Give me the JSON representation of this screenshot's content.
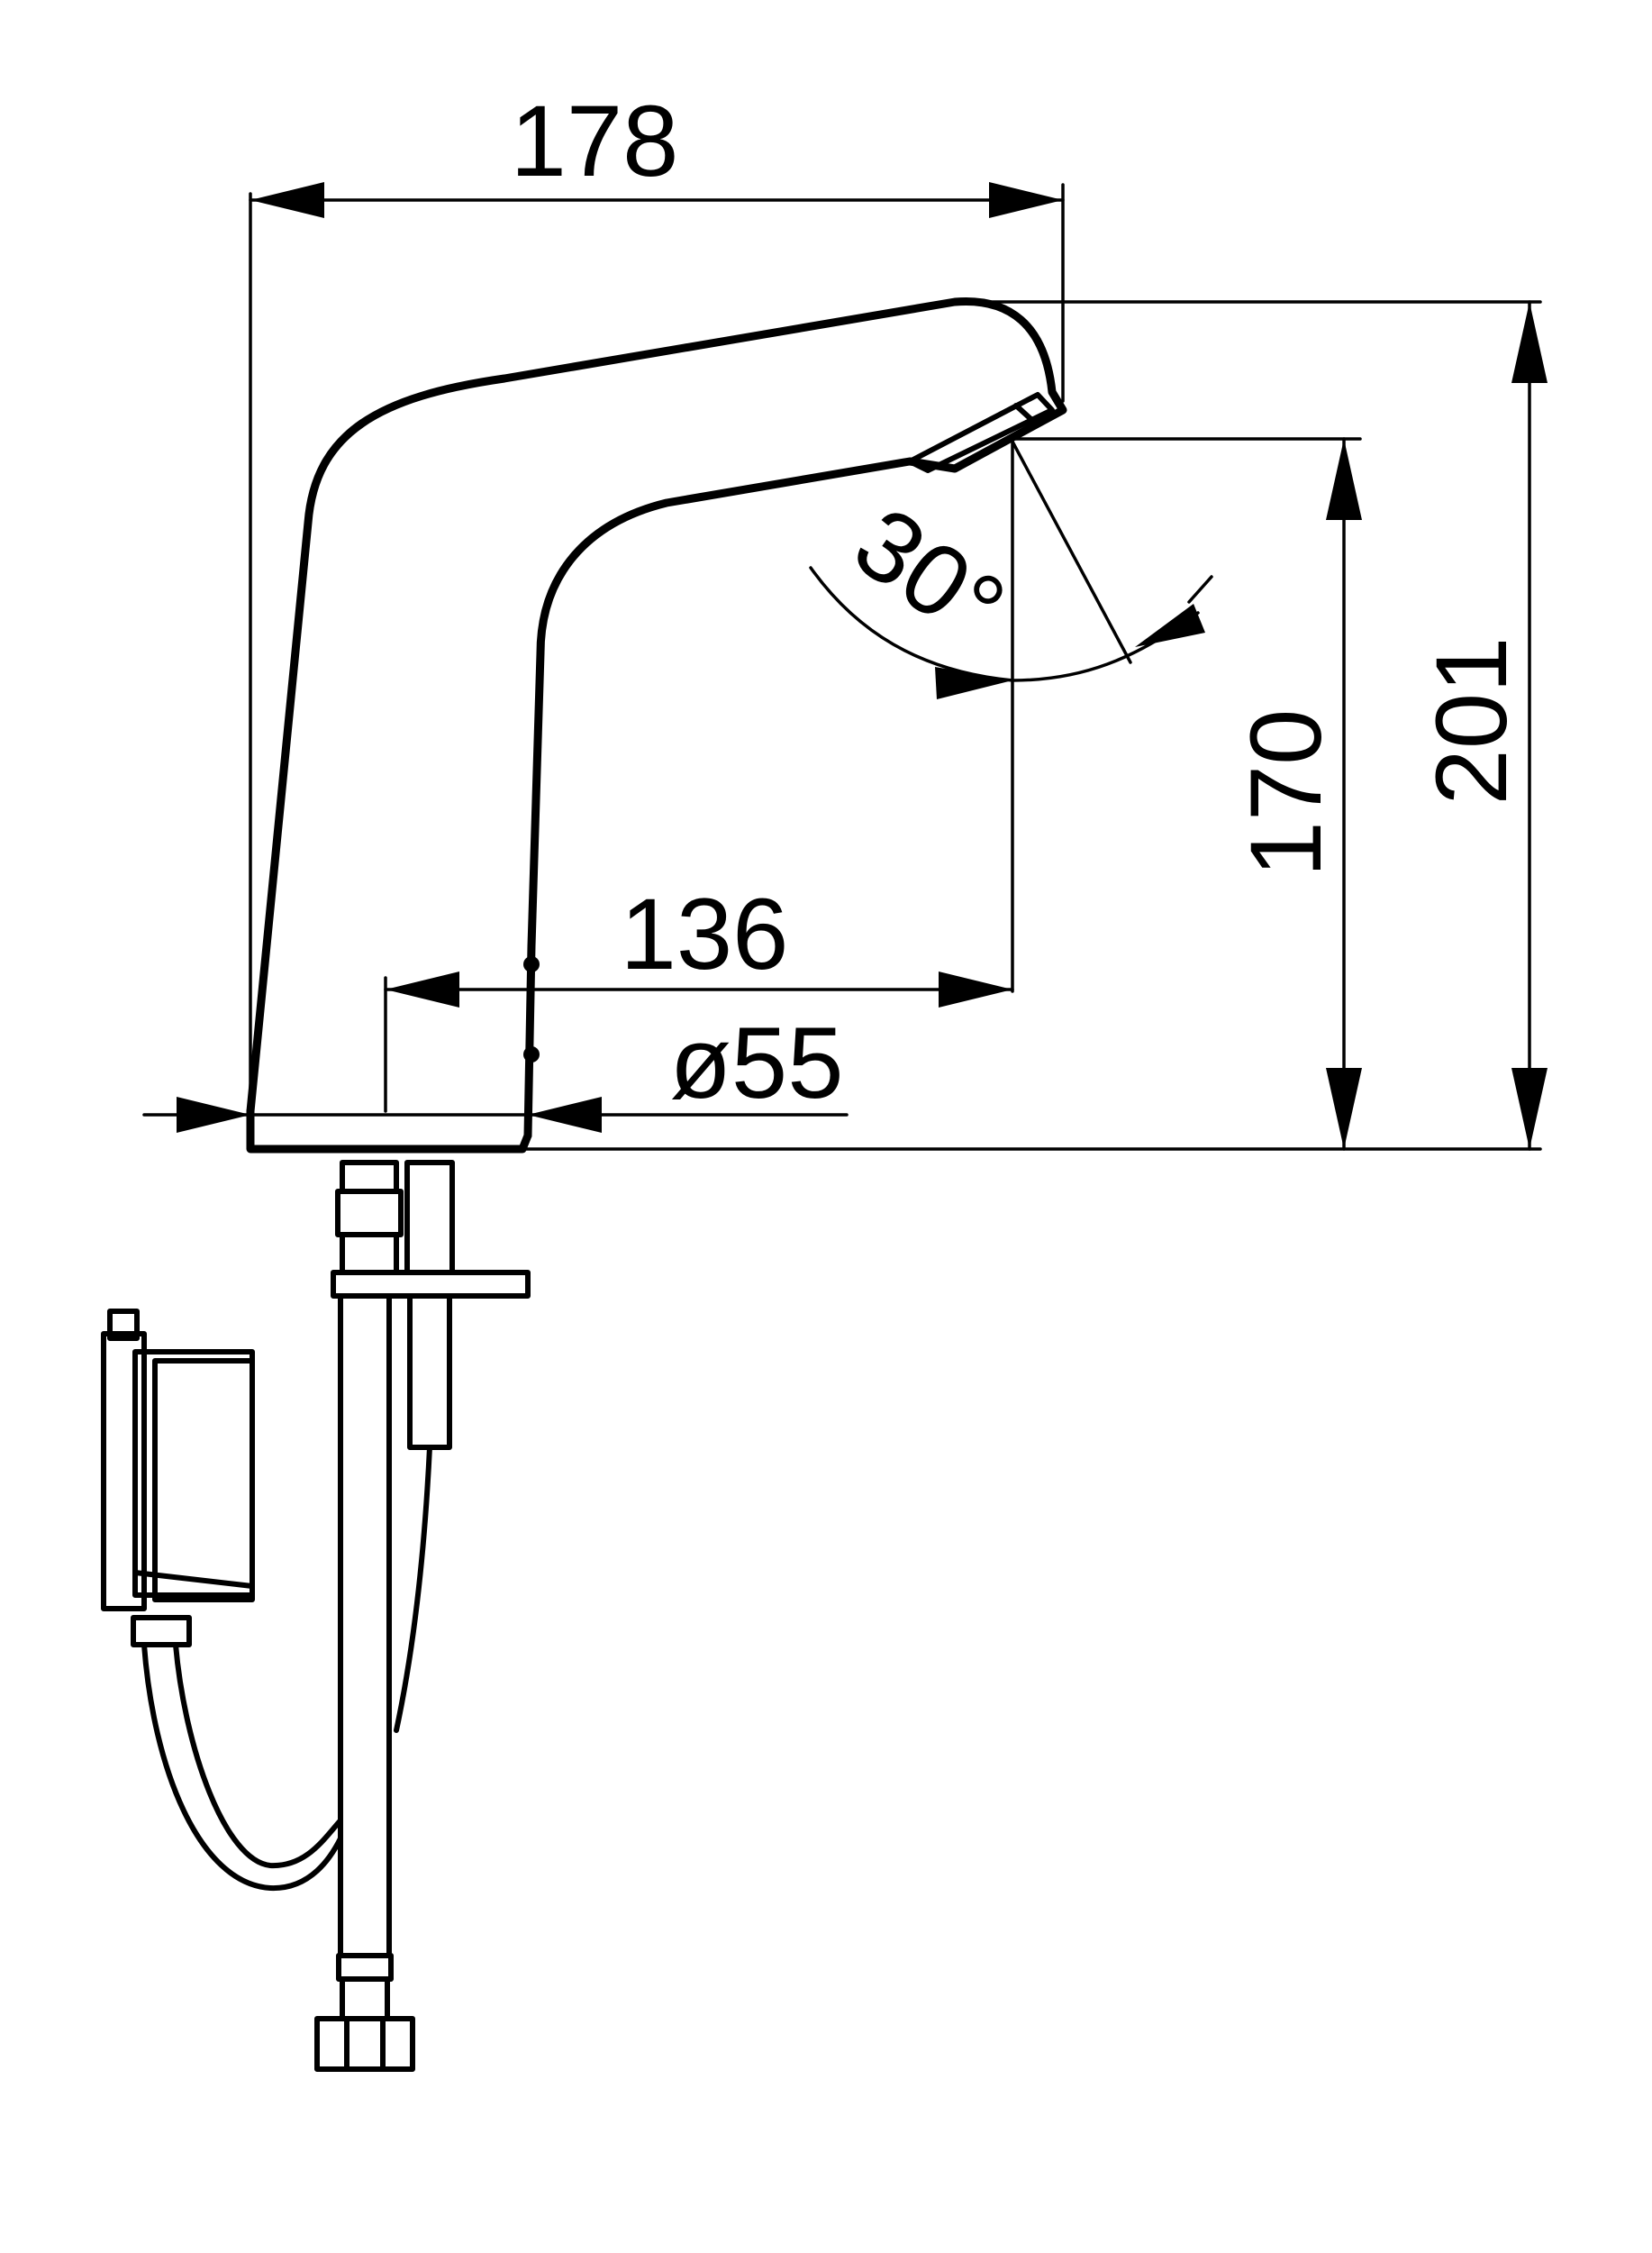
{
  "dimensions": {
    "overall_width": "178",
    "overall_height": "201",
    "outlet_height": "170",
    "spout_reach": "136",
    "base_diameter": "ø55",
    "spray_angle": "30°"
  }
}
